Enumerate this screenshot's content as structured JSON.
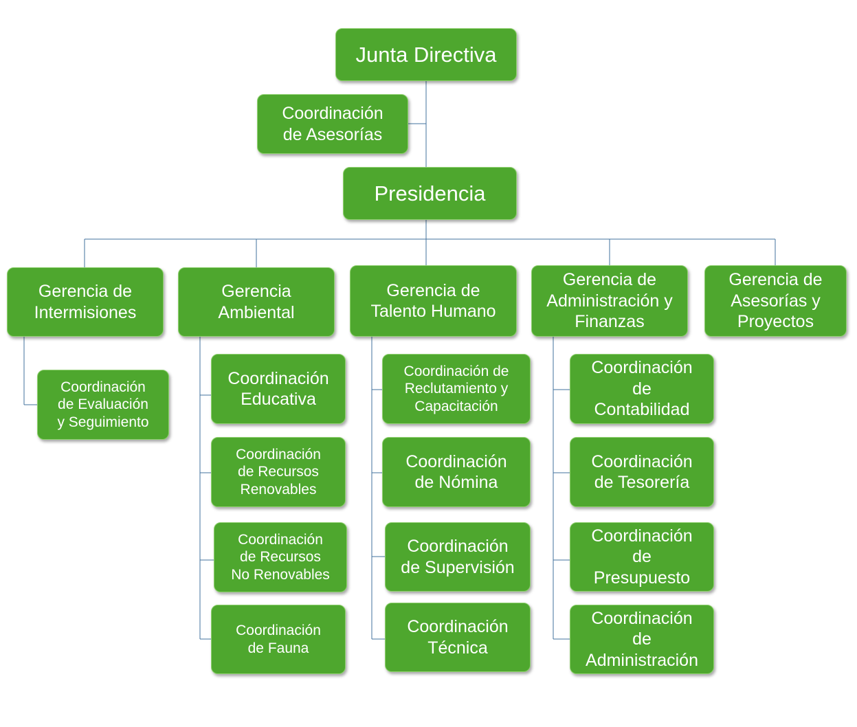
{
  "org_chart": {
    "top": "Junta Directiva",
    "advisory": "Coordinación\nde Asesorías",
    "presidency": "Presidencia",
    "gerencias": [
      {
        "label": "Gerencia de\nIntermisiones",
        "coordinaciones": [
          "Coordinación\nde Evaluación\ny Seguimiento"
        ]
      },
      {
        "label": "Gerencia\nAmbiental",
        "coordinaciones": [
          "Coordinación\nEducativa",
          "Coordinación\nde Recursos\nRenovables",
          "Coordinación\nde Recursos\nNo Renovables",
          "Coordinación\nde Fauna"
        ]
      },
      {
        "label": "Gerencia de\nTalento Humano",
        "coordinaciones": [
          "Coordinación de\nReclutamiento y\nCapacitación",
          "Coordinación\nde Nómina",
          "Coordinación\nde Supervisión",
          "Coordinación\nTécnica"
        ]
      },
      {
        "label": "Gerencia de\nAdministración y\nFinanzas",
        "coordinaciones": [
          "Coordinación\nde\nContabilidad",
          "Coordinación\nde Tesorería",
          "Coordinación\nde\nPresupuesto",
          "Coordinación\nde\nAdministración"
        ]
      },
      {
        "label": "Gerencia de\nAsesorías y\nProyectos",
        "coordinaciones": []
      }
    ]
  },
  "colors": {
    "box_fill": "#4ea72e",
    "box_border": "#8fd16f",
    "connector": "#41719c",
    "text": "#ffffff"
  }
}
